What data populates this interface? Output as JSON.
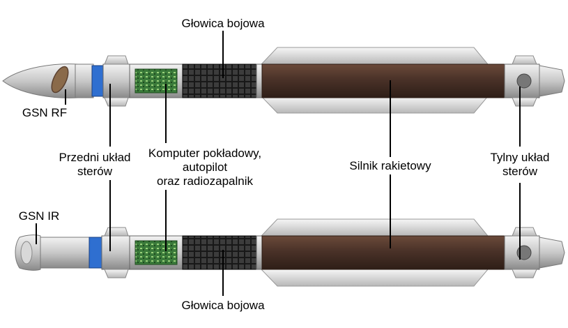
{
  "labels": {
    "warhead_top": "Głowica bojowa",
    "gsn_rf": "GSN RF",
    "front_fins_line1": "Przedni układ",
    "front_fins_line2": "sterów",
    "computer_line1": "Komputer pokładowy,",
    "computer_line2": "autopilot",
    "computer_line3": "oraz radiozapalnik",
    "motor": "Silnik rakietowy",
    "rear_fins_line1": "Tylny układ",
    "rear_fins_line2": "sterów",
    "gsn_ir": "GSN IR",
    "warhead_bottom": "Głowica bojowa"
  },
  "colors": {
    "motor": "#4a3228",
    "warhead": "#1c1c1c",
    "circuit": "#3a7a3a",
    "actuator": "#2f6fd0",
    "fin": "#d8d8d8",
    "body": "#c4c4c4"
  }
}
